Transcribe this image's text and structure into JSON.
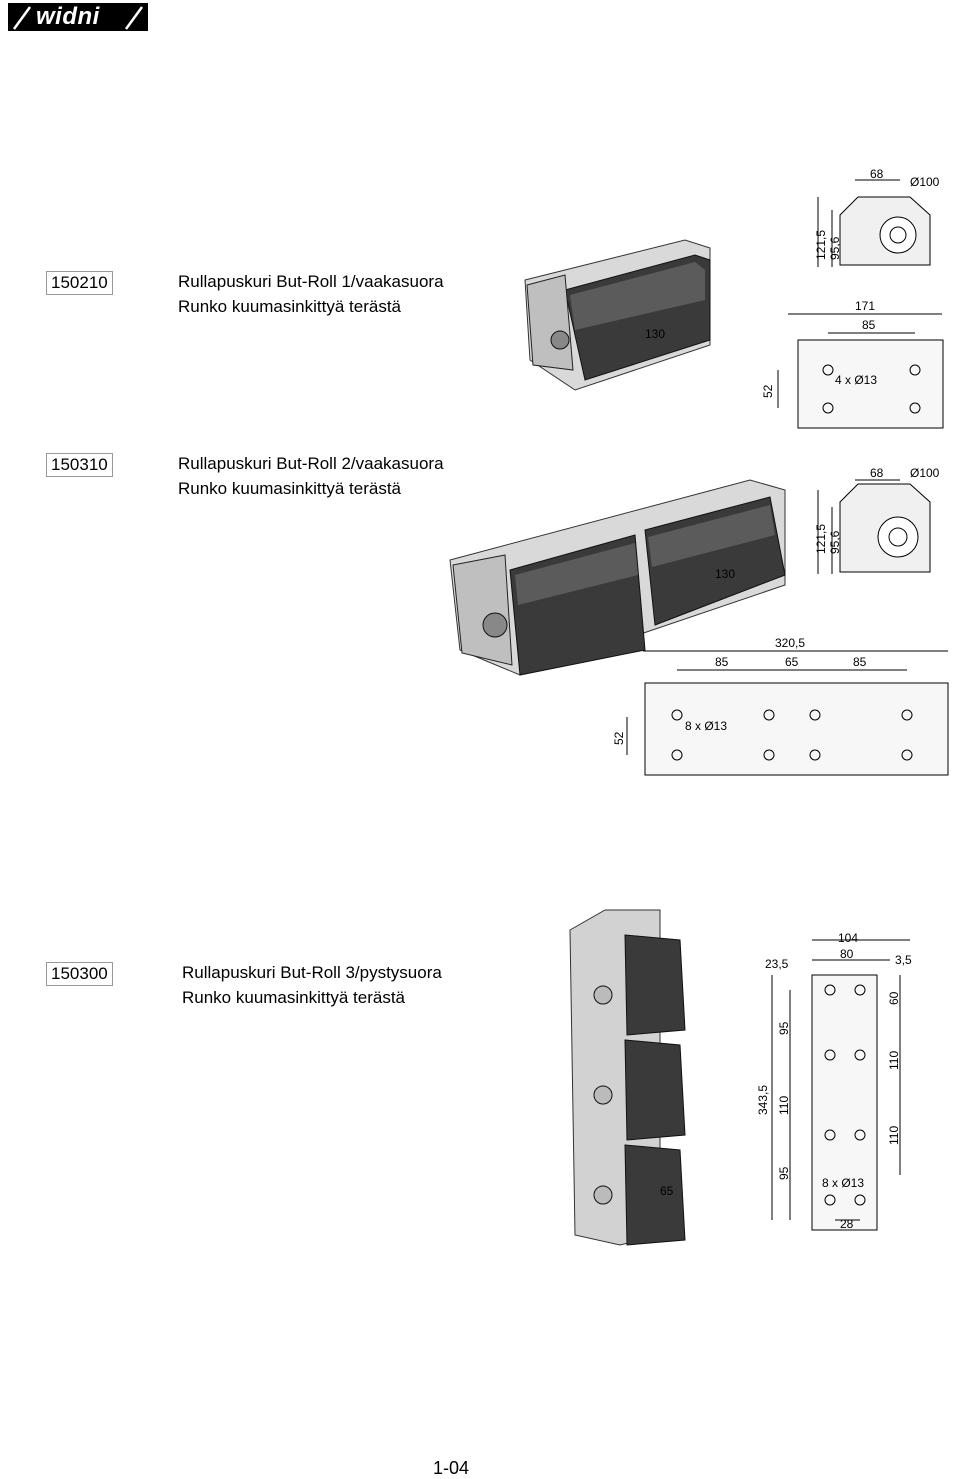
{
  "brand": {
    "logo_text": "widni"
  },
  "products": [
    {
      "code": "150210",
      "title": "Rullapuskuri But-Roll 1/vaakasuora",
      "subtitle": "Runko kuumasinkittyä terästä",
      "roller_label": "130",
      "side_dims": {
        "width": "68",
        "diameter": "Ø100",
        "height_total": "121,5",
        "height_axis": "95,6"
      },
      "plan_dims": {
        "length": "171",
        "spacing": "85",
        "holes": "4 x Ø13",
        "depth": "52"
      }
    },
    {
      "code": "150310",
      "title": "Rullapuskuri But-Roll 2/vaakasuora",
      "subtitle": "Runko kuumasinkittyä terästä",
      "roller_label": "130",
      "side_dims": {
        "width": "68",
        "diameter": "Ø100",
        "height_total": "121,5",
        "height_axis": "95,6"
      },
      "plan_dims": {
        "length": "320,5",
        "spacing_a": "85",
        "spacing_b": "65",
        "spacing_c": "85",
        "holes": "8 x Ø13",
        "depth": "52"
      }
    },
    {
      "code": "150300",
      "title": "Rullapuskuri But-Roll 3/pystysuora",
      "subtitle": "Runko kuumasinkittyä terästä",
      "roller_label": "65",
      "front_dims": {
        "width_total": "104",
        "width_inner": "80",
        "offset_left": "23,5",
        "offset_right": "3,5",
        "top": "60",
        "gap_a": "110",
        "gap_b": "110",
        "height_total": "343,5",
        "left_a": "95",
        "left_b": "110",
        "left_c": "95",
        "holes": "8 x Ø13",
        "bottom": "28"
      }
    }
  ],
  "footer": {
    "page_number": "1-04"
  }
}
